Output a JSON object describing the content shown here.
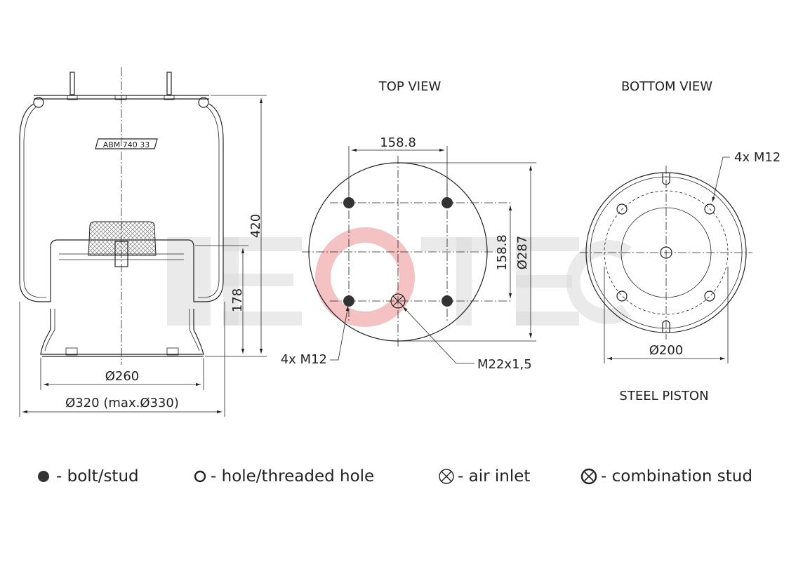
{
  "brand_watermark": "NEOTEC",
  "colors": {
    "line": "#222222",
    "watermark": "#d9d9d9",
    "watermark_accent": "#e05050"
  },
  "side_view": {
    "label_plate": "ABM 740 33",
    "dim_height_total": "420",
    "dim_height_piston": "178",
    "dim_piston_dia": "Ø260",
    "dim_bellow_dia": "Ø320 (max.Ø330)"
  },
  "top_view": {
    "title": "TOP VIEW",
    "dim_horizontal": "158.8",
    "dim_vertical": "158.8",
    "dim_outer": "Ø287",
    "bolt_label": "4x M12",
    "inlet_label": "M22x1,5"
  },
  "bottom_view": {
    "title": "BOTTOM VIEW",
    "hole_label": "4x M12",
    "dim_dia": "Ø200",
    "subtitle": "STEEL PISTON"
  },
  "legend": [
    {
      "icon": "bolt-stud-icon",
      "label": "- bolt/stud"
    },
    {
      "icon": "hole-icon",
      "label": "- hole/threaded hole"
    },
    {
      "icon": "air-inlet-icon",
      "label": "- air inlet"
    },
    {
      "icon": "combination-stud-icon",
      "label": "- combination stud"
    }
  ]
}
